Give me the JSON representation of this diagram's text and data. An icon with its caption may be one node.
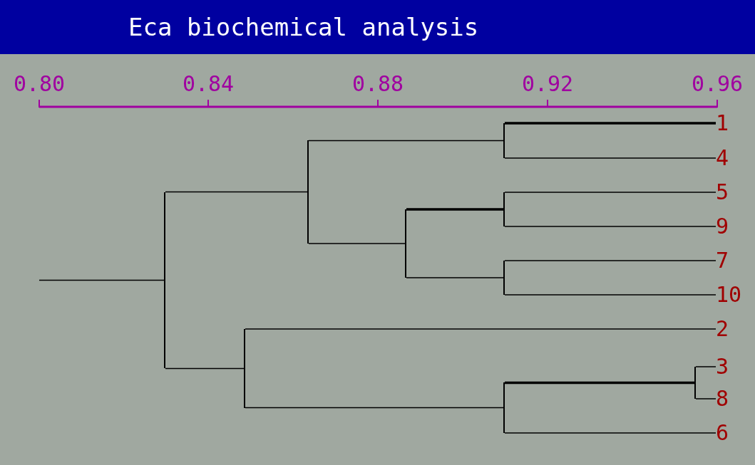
{
  "diagram": {
    "title": "Eca biochemical analysis",
    "nodes": [
      {
        "text": [
          "1"
        ]
      },
      {
        "text": [
          "4"
        ]
      },
      {
        "text": [
          "5"
        ]
      },
      {
        "text": [
          "9"
        ]
      },
      {
        "text": [
          "7"
        ]
      },
      {
        "text": [
          "10"
        ]
      },
      {
        "text": [
          "2"
        ]
      },
      {
        "text": [
          "3"
        ]
      },
      {
        "text": [
          "8"
        ]
      },
      {
        "text": [
          "6"
        ]
      },
      {
        "text": [],
        "shape": "bar"
      },
      {
        "text": [],
        "shape": "bar"
      },
      {
        "text": [],
        "shape": "bar"
      },
      {
        "text": [],
        "shape": "bar"
      },
      {
        "text": [],
        "shape": "bar"
      },
      {
        "text": [],
        "shape": "bar"
      },
      {
        "text": [],
        "shape": "bar"
      },
      {
        "text": [],
        "shape": "bar"
      },
      {
        "text": [],
        "shape": "bar"
      }
    ],
    "edges": [
      {
        "from": 10,
        "to": 0,
        "arrow": "none",
        "style": "thick"
      },
      {
        "from": 10,
        "to": 1,
        "arrow": "none"
      },
      {
        "from": 11,
        "to": 2,
        "arrow": "none"
      },
      {
        "from": 11,
        "to": 3,
        "arrow": "none"
      },
      {
        "from": 12,
        "to": 4,
        "arrow": "none"
      },
      {
        "from": 12,
        "to": 5,
        "arrow": "none"
      },
      {
        "from": 13,
        "to": 11,
        "arrow": "none",
        "style": "thick"
      },
      {
        "from": 13,
        "to": 12,
        "arrow": "none"
      },
      {
        "from": 14,
        "to": 10,
        "arrow": "none"
      },
      {
        "from": 14,
        "to": 13,
        "arrow": "none"
      },
      {
        "from": 15,
        "to": 7,
        "arrow": "none"
      },
      {
        "from": 15,
        "to": 8,
        "arrow": "none"
      },
      {
        "from": 16,
        "to": 15,
        "arrow": "none",
        "style": "thick"
      },
      {
        "from": 16,
        "to": 9,
        "arrow": "none"
      },
      {
        "from": 17,
        "to": 6,
        "arrow": "none"
      },
      {
        "from": 17,
        "to": 16,
        "arrow": "none"
      },
      {
        "from": 18,
        "to": 14,
        "arrow": "none"
      },
      {
        "from": 18,
        "to": 17,
        "arrow": "none"
      },
      {
        "from": null,
        "to": 18,
        "arrow": "none"
      }
    ],
    "labels": [
      "0.80",
      "0.84",
      "0.88",
      "0.92",
      "0.96"
    ]
  }
}
